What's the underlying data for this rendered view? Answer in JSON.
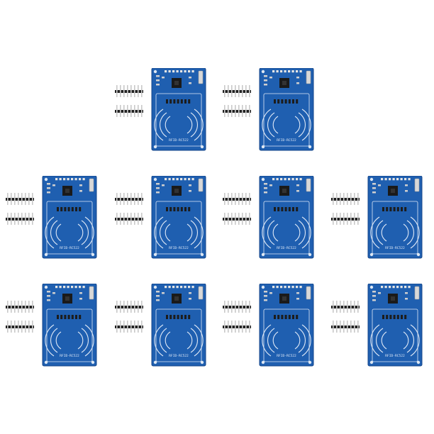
{
  "product": {
    "board_label": "RFID-RC522",
    "board_color": "#1f5fb0",
    "board_edge_color": "#15468a",
    "silk_color": "#dfe9f7",
    "header_pin_color": "#c9c9c9",
    "header_base_color": "#222222"
  },
  "rows": [
    {
      "name": "row-1",
      "count": 2
    },
    {
      "name": "row-2",
      "count": 4
    },
    {
      "name": "row-3",
      "count": 4
    }
  ],
  "total_modules": 10
}
